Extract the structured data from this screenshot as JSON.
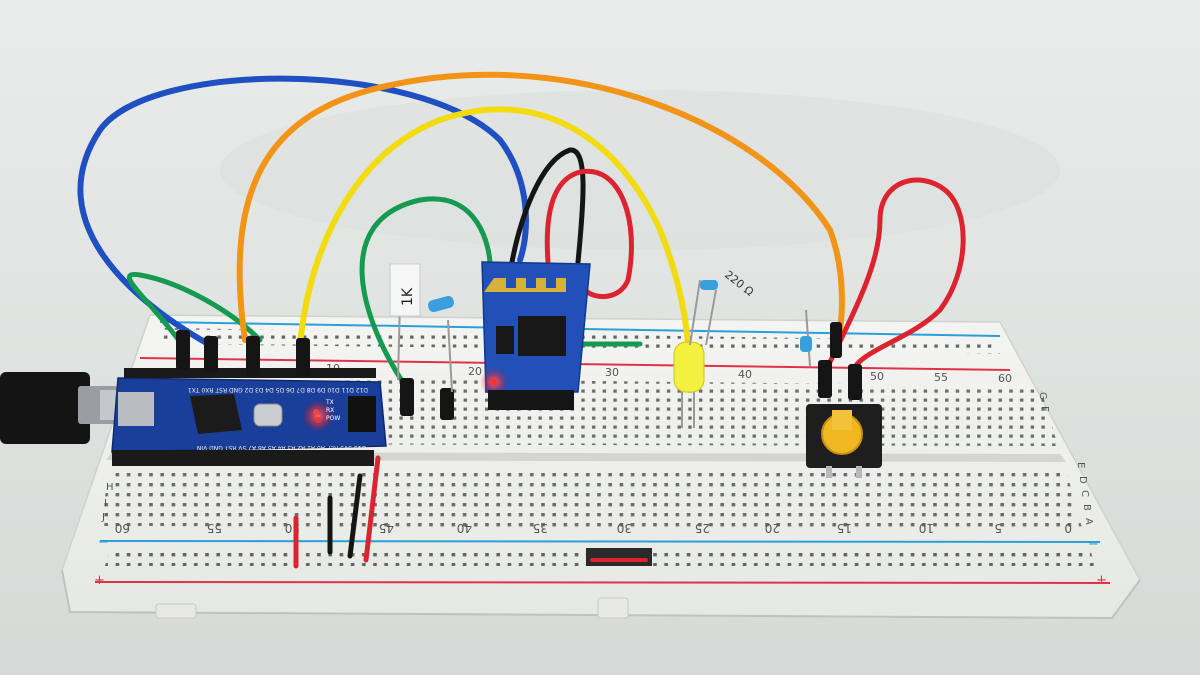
{
  "breadboard": {
    "top_numbers": [
      "10",
      "20",
      "30",
      "40",
      "50",
      "55",
      "60"
    ],
    "bottom_numbers": [
      "60",
      "55",
      "50",
      "45",
      "40",
      "35",
      "30",
      "25",
      "20",
      "15",
      "10",
      "5",
      "0"
    ],
    "row_letters_top": [
      "J",
      "I",
      "H",
      "G",
      "F"
    ],
    "row_letters_bottom": [
      "E",
      "D",
      "C",
      "B",
      "A"
    ],
    "rail_plus": "+",
    "rail_minus": "−"
  },
  "arduino": {
    "pin_labels_top": "D12 D11 D10 D9 D8 D7 D6 D5 D4 D3 D2 GND RST RX0 TX1",
    "pin_labels_bottom": "D13 3V3 REF A0 A1 A2 A3 A4 A5 A6 A7 5V RST GND VIN",
    "led_labels": [
      "TX",
      "RX",
      "POW"
    ],
    "led_colors": [
      "#ff4040",
      "#ff3030",
      "#ff2020"
    ]
  },
  "resistors": {
    "r1_label": "1K",
    "r2_label": "220 Ω"
  },
  "colors": {
    "blue_wire": "#1f4fc0",
    "orange_wire": "#f29418",
    "yellow_wire": "#f2dc10",
    "green_wire": "#159a4f",
    "red_wire": "#dc2430",
    "black_wire": "#151515",
    "rail_red": "#e0334a",
    "rail_blue": "#2aa0d6",
    "board": "#f2f3f0",
    "pcb_blue": "#1a3f9a",
    "bt_module": "#2050b8",
    "led_yellow": "#f4f040",
    "button_cap": "#f0b820"
  }
}
